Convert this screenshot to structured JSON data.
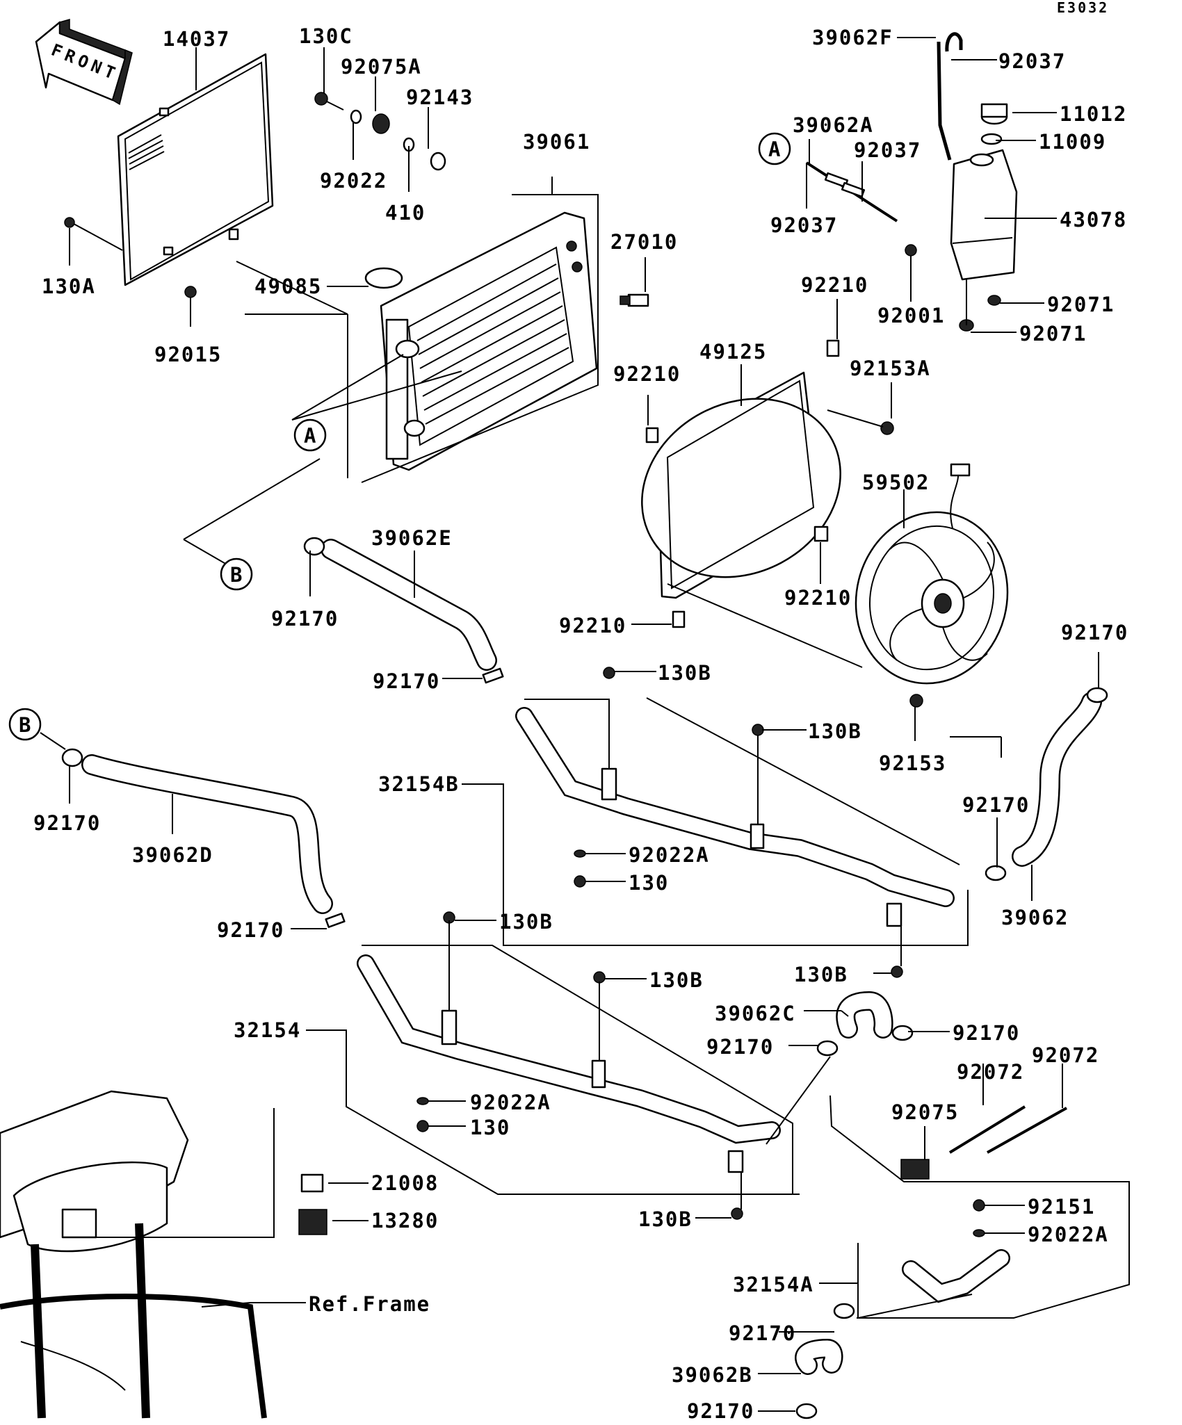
{
  "diagram_code": "E3032",
  "front_arrow_text": "FRONT",
  "ref_frame_label": "Ref.Frame",
  "connectors": {
    "a": "A",
    "b": "B"
  },
  "labels": {
    "l14037": "14037",
    "l130C": "130C",
    "l92075A": "92075A",
    "l92143": "92143",
    "l92022": "92022",
    "l410": "410",
    "l39061": "39061",
    "l130A": "130A",
    "l92015": "92015",
    "l49085": "49085",
    "l27010": "27010",
    "l39062F": "39062F",
    "l92037_top": "92037",
    "l11012": "11012",
    "l11009": "11009",
    "l39062A": "39062A",
    "l92037_mid": "92037",
    "l92037_left": "92037",
    "l43078": "43078",
    "l92001": "92001",
    "l92071_a": "92071",
    "l92071_b": "92071",
    "l92210_top": "92210",
    "l49125": "49125",
    "l92210_left": "92210",
    "l92153A": "92153A",
    "l59502": "59502",
    "l92210_right": "92210",
    "l92210_bottom": "92210",
    "l39062E": "39062E",
    "l92170_a": "92170",
    "l92170_b": "92170",
    "l130B_a": "130B",
    "l130B_b": "130B",
    "l92153": "92153",
    "l92170_c": "92170",
    "l32154B": "32154B",
    "l92022A_a": "92022A",
    "l130_a": "130",
    "l92170_d": "92170",
    "l39062": "39062",
    "l92170_e": "92170",
    "l39062D": "39062D",
    "l130B_c": "130B",
    "l92170_f": "92170",
    "l130B_d": "130B",
    "l130B_e": "130B",
    "l32154": "32154",
    "l39062C": "39062C",
    "l92170_g": "92170",
    "l92170_h": "92170",
    "l92022A_b": "92022A",
    "l130_b": "130",
    "l92072_a": "92072",
    "l92072_b": "92072",
    "l92075": "92075",
    "l21008": "21008",
    "l13280": "13280",
    "l130B_f": "130B",
    "l92151": "92151",
    "l92022A_c": "92022A",
    "l32154A": "32154A",
    "l92170_i": "92170",
    "l39062B": "39062B",
    "l92170_j": "92170"
  }
}
